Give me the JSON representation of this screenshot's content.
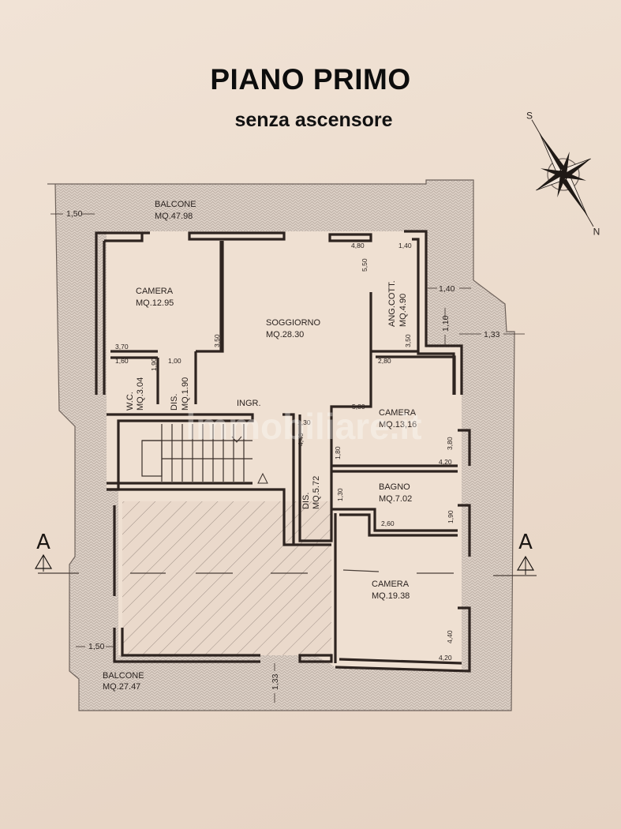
{
  "header": {
    "title": "PIANO PRIMO",
    "subtitle": "senza ascensore"
  },
  "compass": {
    "north": "N",
    "south": "S"
  },
  "section_markers": {
    "left": "A",
    "right": "A"
  },
  "rooms": {
    "balcone_top": {
      "name": "BALCONE",
      "area": "MQ.47.98"
    },
    "camera_1": {
      "name": "CAMERA",
      "area": "MQ.12.95"
    },
    "soggiorno": {
      "name": "SOGGIORNO",
      "area": "MQ.28.30"
    },
    "ang_cott": {
      "name": "ANG.COTT.",
      "area": "MQ.4.90"
    },
    "wc": {
      "name": "W.C.",
      "area": "MQ.3.04"
    },
    "dis_1": {
      "name": "DIS.",
      "area": "MQ.1.90"
    },
    "ingresso": {
      "name": "INGR."
    },
    "camera_2": {
      "name": "CAMERA",
      "area": "MQ.13,16"
    },
    "dis_2": {
      "name": "DIS.",
      "area": "MQ.5.72"
    },
    "bagno": {
      "name": "BAGNO",
      "area": "MQ.7.02"
    },
    "camera_3": {
      "name": "CAMERA",
      "area": "MQ.19.38"
    },
    "balcone_bottom": {
      "name": "BALCONE",
      "area": "MQ.27.47"
    }
  },
  "dimensions": {
    "balcone_top_width": "1,50",
    "camera1_width": "3,70",
    "camera1_height": "3,50",
    "wc_width": "1,60",
    "wc_height": "1,90",
    "dis1_width": "1,00",
    "soggiorno_width": "4,80",
    "soggiorno_height": "5,50",
    "soggiorno_bottom": "5,80",
    "angcott_width": "1,40",
    "angcott_height": "3,50",
    "ext_right_1": "1,40",
    "ext_right_2": "1,10",
    "ext_right_3": "1,33",
    "camera2_width_top": "2,80",
    "camera2_height": "3,80",
    "camera2_width": "4,20",
    "dis2_width": "1,30",
    "dis2_height": "4,40",
    "bagno_door_1": "1,80",
    "bagno_door_2": "1,30",
    "bagno_width": "2,60",
    "bagno_height": "1,90",
    "camera3_height": "4,40",
    "camera3_width": "4,20",
    "balcone_bottom_width": "1,50",
    "balcone_bottom_depth": "1,33"
  },
  "watermark": "immobiliare.it",
  "colors": {
    "background": "#ecdccd",
    "wall": "#2e2420",
    "balcony_fill": "#d9ccc2",
    "hatch": "#8c7d74"
  }
}
